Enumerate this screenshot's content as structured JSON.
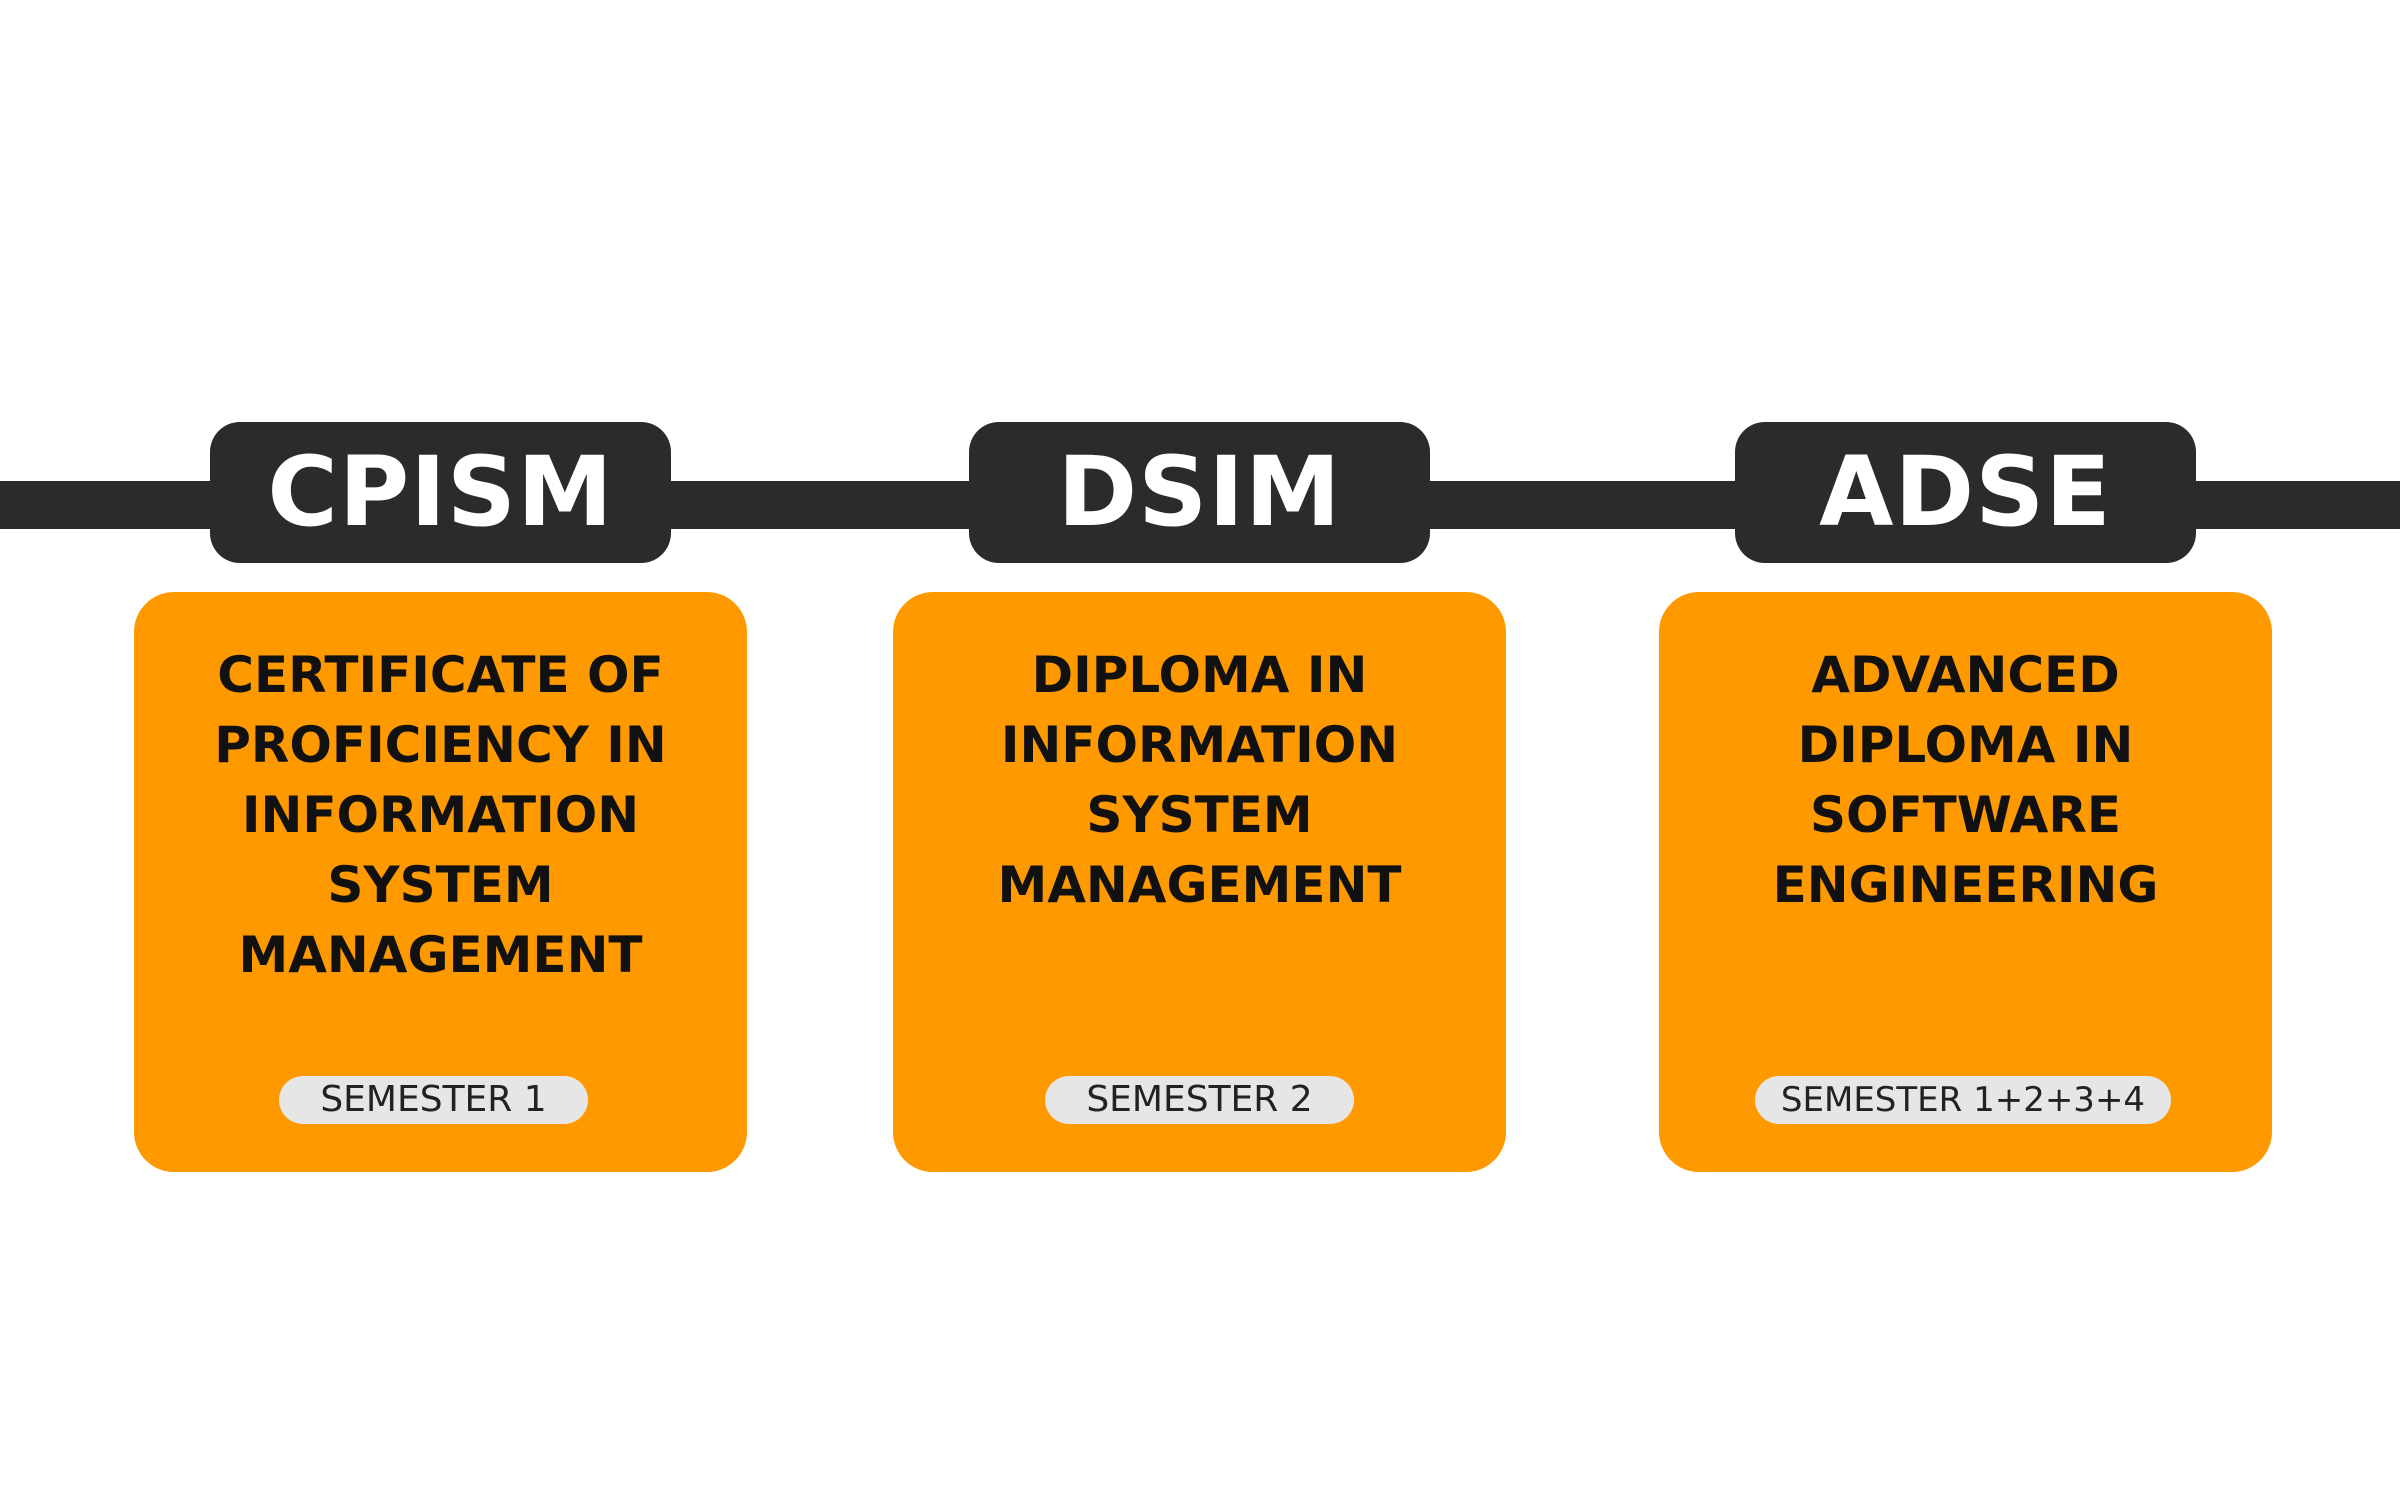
{
  "stages": [
    {
      "code": "CPISM",
      "title": "CERTIFICATE OF PROFICIENCY IN INFORMATION SYSTEM MANAGEMENT",
      "semester": "SEMESTER 1"
    },
    {
      "code": "DSIM",
      "title": "DIPLOMA IN INFORMATION SYSTEM MANAGEMENT",
      "semester": "SEMESTER 2"
    },
    {
      "code": "ADSE",
      "title": "ADVANCED DIPLOMA IN SOFTWARE ENGINEERING",
      "semester": "SEMESTER 1+2+3+4"
    }
  ],
  "colors": {
    "bar": "#2b2b2b",
    "card": "#fe9900",
    "badge": "#e6e6e6",
    "code_text": "#ffffff",
    "card_text": "#111111"
  }
}
